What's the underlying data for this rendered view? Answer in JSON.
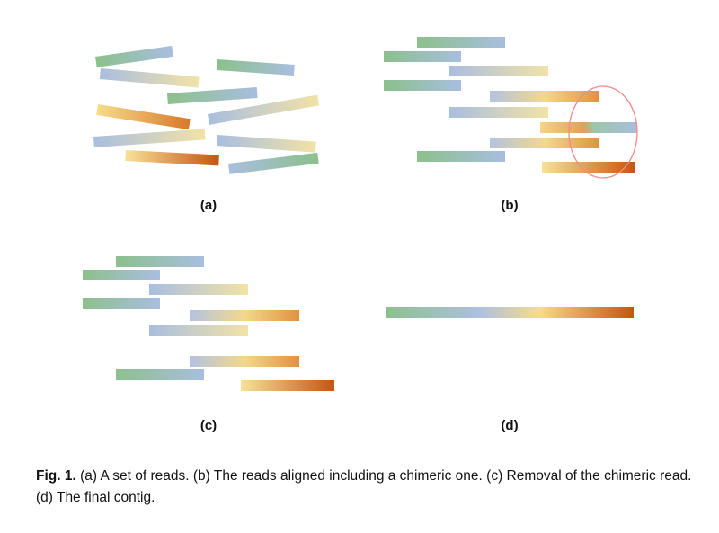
{
  "figure": {
    "panels": [
      {
        "id": "a",
        "label": "(a)",
        "description_reads": "scattered reads"
      },
      {
        "id": "b",
        "label": "(b)"
      },
      {
        "id": "c",
        "label": "(c)"
      },
      {
        "id": "d",
        "label": "(d)"
      }
    ],
    "colors": {
      "green": "#8cc08c",
      "blue": "#a9bedf",
      "yellow": "#f6dc8a",
      "orange": "#e08a35",
      "dark_orange": "#c65410",
      "chimera_circle": "#ef8a8a"
    }
  },
  "caption": {
    "lead": "Fig. 1.",
    "text": "(a) A set of reads. (b) The reads aligned including a chimeric one. (c) Removal of the chimeric read. (d) The final contig."
  }
}
